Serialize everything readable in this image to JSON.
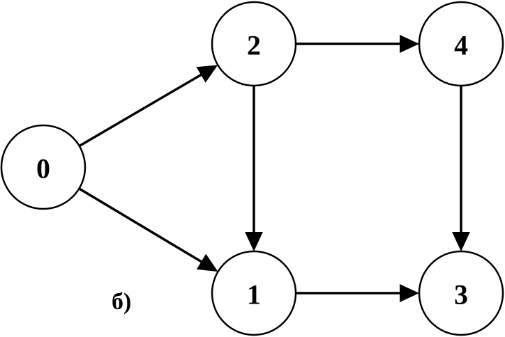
{
  "diagram": {
    "caption": "б)",
    "nodes": [
      {
        "id": "n0",
        "label": "0"
      },
      {
        "id": "n1",
        "label": "1"
      },
      {
        "id": "n2",
        "label": "2"
      },
      {
        "id": "n3",
        "label": "3"
      },
      {
        "id": "n4",
        "label": "4"
      }
    ],
    "edges": [
      {
        "from": "n0",
        "to": "n2"
      },
      {
        "from": "n0",
        "to": "n1"
      },
      {
        "from": "n2",
        "to": "n4"
      },
      {
        "from": "n2",
        "to": "n1"
      },
      {
        "from": "n4",
        "to": "n3"
      },
      {
        "from": "n1",
        "to": "n3"
      }
    ],
    "colors": {
      "stroke": "#000000",
      "background": "#ffffff"
    }
  }
}
